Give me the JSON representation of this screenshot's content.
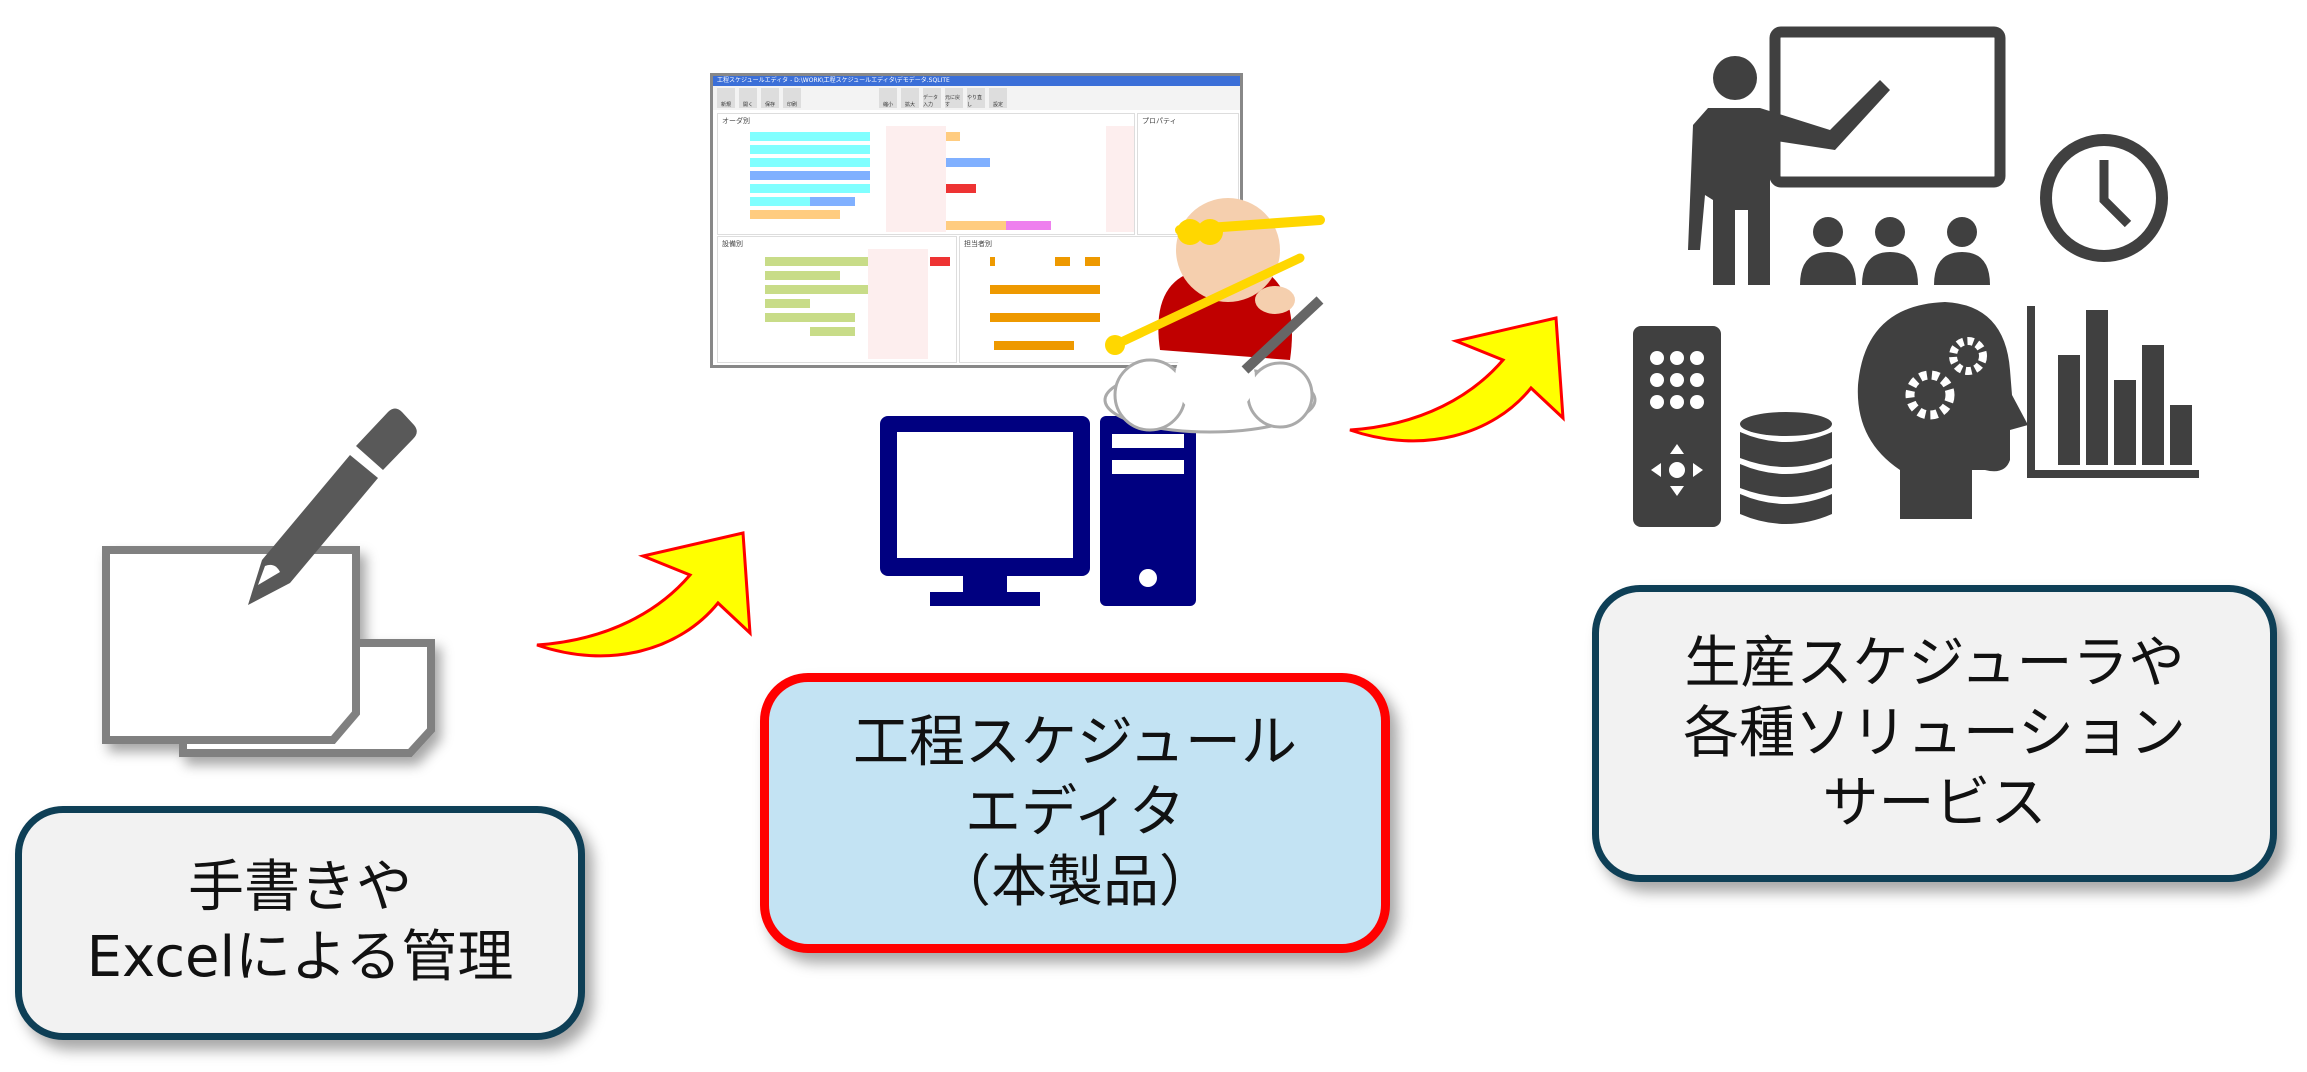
{
  "left_box": {
    "lines": [
      "手書きや",
      "Excelによる管理"
    ]
  },
  "center_box": {
    "lines": [
      "工程スケジュール",
      "エディタ",
      "（本製品）"
    ]
  },
  "right_box": {
    "lines": [
      "生産スケジューラや",
      "各種ソリューション",
      "サービス"
    ]
  },
  "screenshot": {
    "title": "工程スケジュールエディタ - D:\\WORK\\工程スケジュールエディタ\\デモデータ.SQLITE",
    "toolbar": [
      "新規",
      "開く",
      "保存",
      "印刷",
      "縮小",
      "拡大",
      "データ入力",
      "元に戻す",
      "やり直し",
      "設定"
    ],
    "panes": {
      "order": "オーダ別",
      "equipment": "設備別",
      "person": "担当者別",
      "properties": "プロパティ"
    }
  },
  "colors": {
    "arrow_fill": "#ffff00",
    "arrow_stroke": "#ff0000",
    "icon_gray": "#404040",
    "pc_blue": "#000080",
    "center_border": "#ff0000",
    "center_fill": "#c3e3f3",
    "side_border": "#0e3f56"
  },
  "icons": [
    "pencil-icon",
    "paper-icon",
    "arrow-icon",
    "computer-icon",
    "character-icon",
    "presenter-icon",
    "clock-icon",
    "remote-icon",
    "database-icon",
    "brain-gear-icon",
    "bar-chart-icon"
  ]
}
